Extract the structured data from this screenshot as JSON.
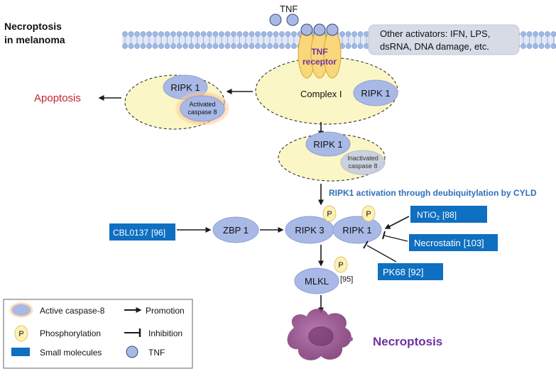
{
  "title_line1": "Necroptosis",
  "title_line2": "in melanoma",
  "tnf_label": "TNF",
  "tnf_receptor_line1": "TNF",
  "tnf_receptor_line2": "receptor",
  "other_activators_line1": "Other activators: IFN, LPS,",
  "other_activators_line2": "dsRNA, DNA damage, etc.",
  "apoptosis_label": "Apoptosis",
  "complex_one_label": "Complex I",
  "ripk1_label": "RIPK 1",
  "activated_caspase_line1": "Activated",
  "activated_caspase_line2": "caspase 8",
  "inactivated_caspase_line1": "Inactivated",
  "inactivated_caspase_line2": "caspase 8",
  "ripk1_activation_text": "RIPK1 activation through deubiquitylation by CYLD",
  "cbl0137_label": "CBL0137",
  "cbl0137_ref": "[96]",
  "zbp1_label": "ZBP 1",
  "ripk3_label": "RIPK 3",
  "p_label": "P",
  "ntio2_main": "NTiO",
  "ntio2_sub": "2",
  "ntio2_ref": "[88]",
  "necrostatin_label": "Necrostatin",
  "necrostatin_ref": "[103]",
  "pk68_label": "PK68",
  "pk68_ref": "[92]",
  "mlkl_label": "MLKL",
  "mlkl_ref": "[95]",
  "necroptosis_label": "Necroptosis",
  "legend": {
    "active_caspase": "Active caspase-8",
    "promotion": "Promotion",
    "phosphorylation": "Phosphorylation",
    "inhibition": "Inhibition",
    "small_molecules": "Small molecules",
    "tnf": "TNF",
    "p_symbol": "P"
  },
  "colors": {
    "protein_fill": "#a9b9e6",
    "protein_stroke": "#8e9fd4",
    "complex_fill": "#fbf6c5",
    "receptor_fill": "#f9d77a",
    "receptor_text": "#7030a0",
    "small_molecule": "#0f6fc0",
    "apoptosis": "#c0262d",
    "necroptosis": "#7030a0",
    "activation_text": "#2f6fb8",
    "membrane_head": "#9fb8e4",
    "phospho_fill": "#fdf1b5",
    "caspase_glow": "#f4a261"
  }
}
